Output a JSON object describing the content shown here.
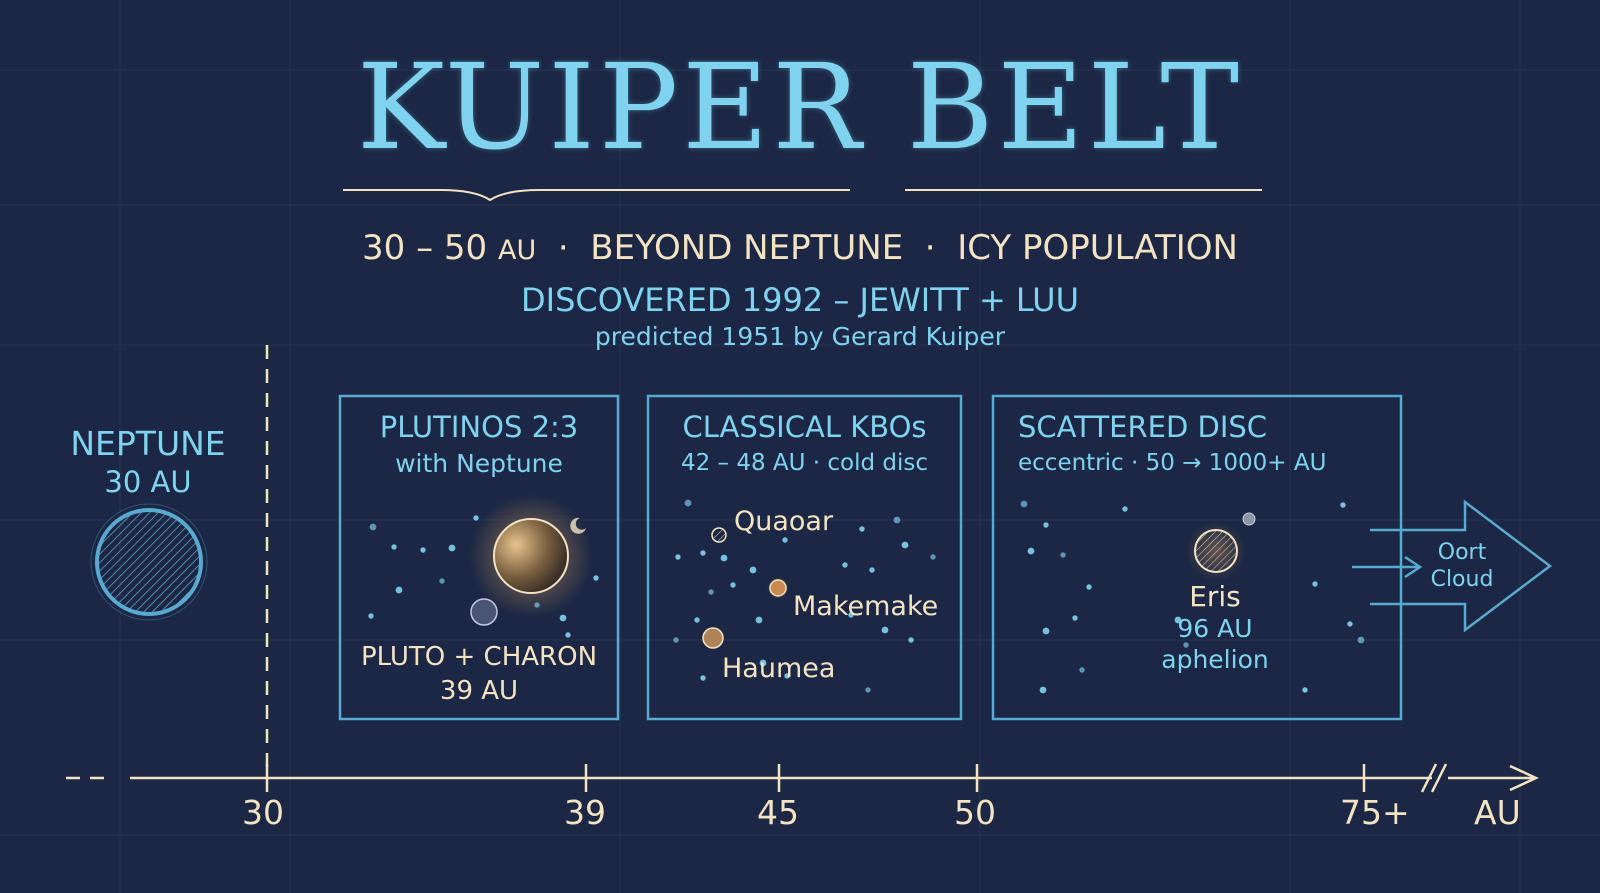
{
  "title": "KUIPER BELT",
  "subtitle": {
    "range_num": "30 – 50",
    "range_unit": "AU",
    "sep1": "·",
    "beyond": "BEYOND NEPTUNE",
    "sep2": "·",
    "icy": "ICY POPULATION",
    "discovered": "DISCOVERED 1992 – JEWITT + LUU",
    "predicted": "predicted 1951 by Gerard Kuiper"
  },
  "neptune": {
    "name": "NEPTUNE",
    "distance": "30 AU"
  },
  "regions": {
    "plutinos": {
      "title": "PLUTINOS 2:3",
      "subtitle": "with Neptune",
      "label": "PLUTO + CHARON",
      "distance": "39 AU"
    },
    "classical": {
      "title": "CLASSICAL KBOs",
      "subtitle": "42 – 48 AU · cold disc",
      "objects": [
        "Quaoar",
        "Makemake",
        "Haumea"
      ]
    },
    "scattered": {
      "title": "SCATTERED DISC",
      "subtitle": "eccentric · 50 → 1000+ AU",
      "object": "Eris",
      "distance": "96 AU",
      "note": "aphelion"
    }
  },
  "oort": {
    "line1": "Oort",
    "line2": "Cloud"
  },
  "axis": {
    "ticks": [
      "30",
      "39",
      "45",
      "50",
      "75+"
    ],
    "unit": "AU"
  },
  "colors": {
    "background": "#1b2744",
    "cyan": "#7fd3ef",
    "cream": "#f3e3c2",
    "line": "#5aa9cf",
    "glow": "#f5b060"
  }
}
